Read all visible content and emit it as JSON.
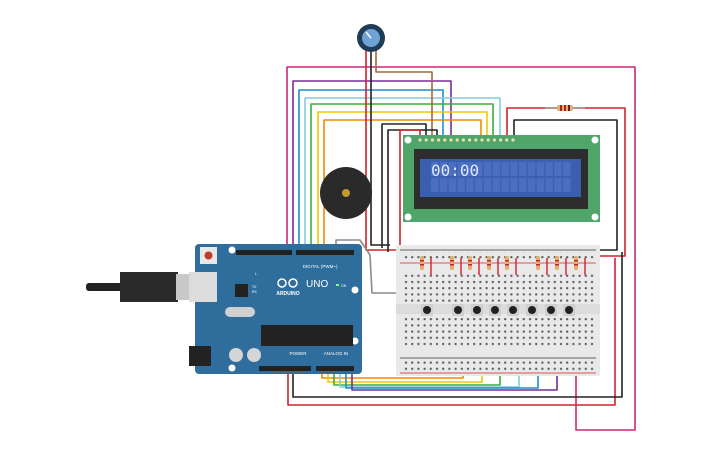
{
  "lcd": {
    "text": "00:00",
    "backlight_color": "#3a5fb0",
    "board_color": "#4fa56a"
  },
  "arduino": {
    "brand": "ARDUINO",
    "model": "UNO",
    "digital_label": "DIGITAL (PWM~)",
    "power_label": "POWER",
    "analog_label": "ANALOG IN",
    "on_label": "ON",
    "tx_label": "TX",
    "rx_label": "RX",
    "l_label": "L",
    "board_color": "#2f6e9c"
  },
  "components": {
    "potentiometer": "potentiometer",
    "buzzer": "piezo-buzzer",
    "buttons_count": 8,
    "resistors_count": 9
  },
  "wire_colors": {
    "red": "#d4202a",
    "black": "#222222",
    "magenta": "#c8287a",
    "purple": "#7a2c98",
    "blue": "#1a8fd0",
    "teal": "#7fd0d8",
    "green": "#3cae3c",
    "yellow": "#f0c800",
    "orange": "#f08a00",
    "brown": "#a06a3c",
    "gray": "#8a8a8a"
  }
}
